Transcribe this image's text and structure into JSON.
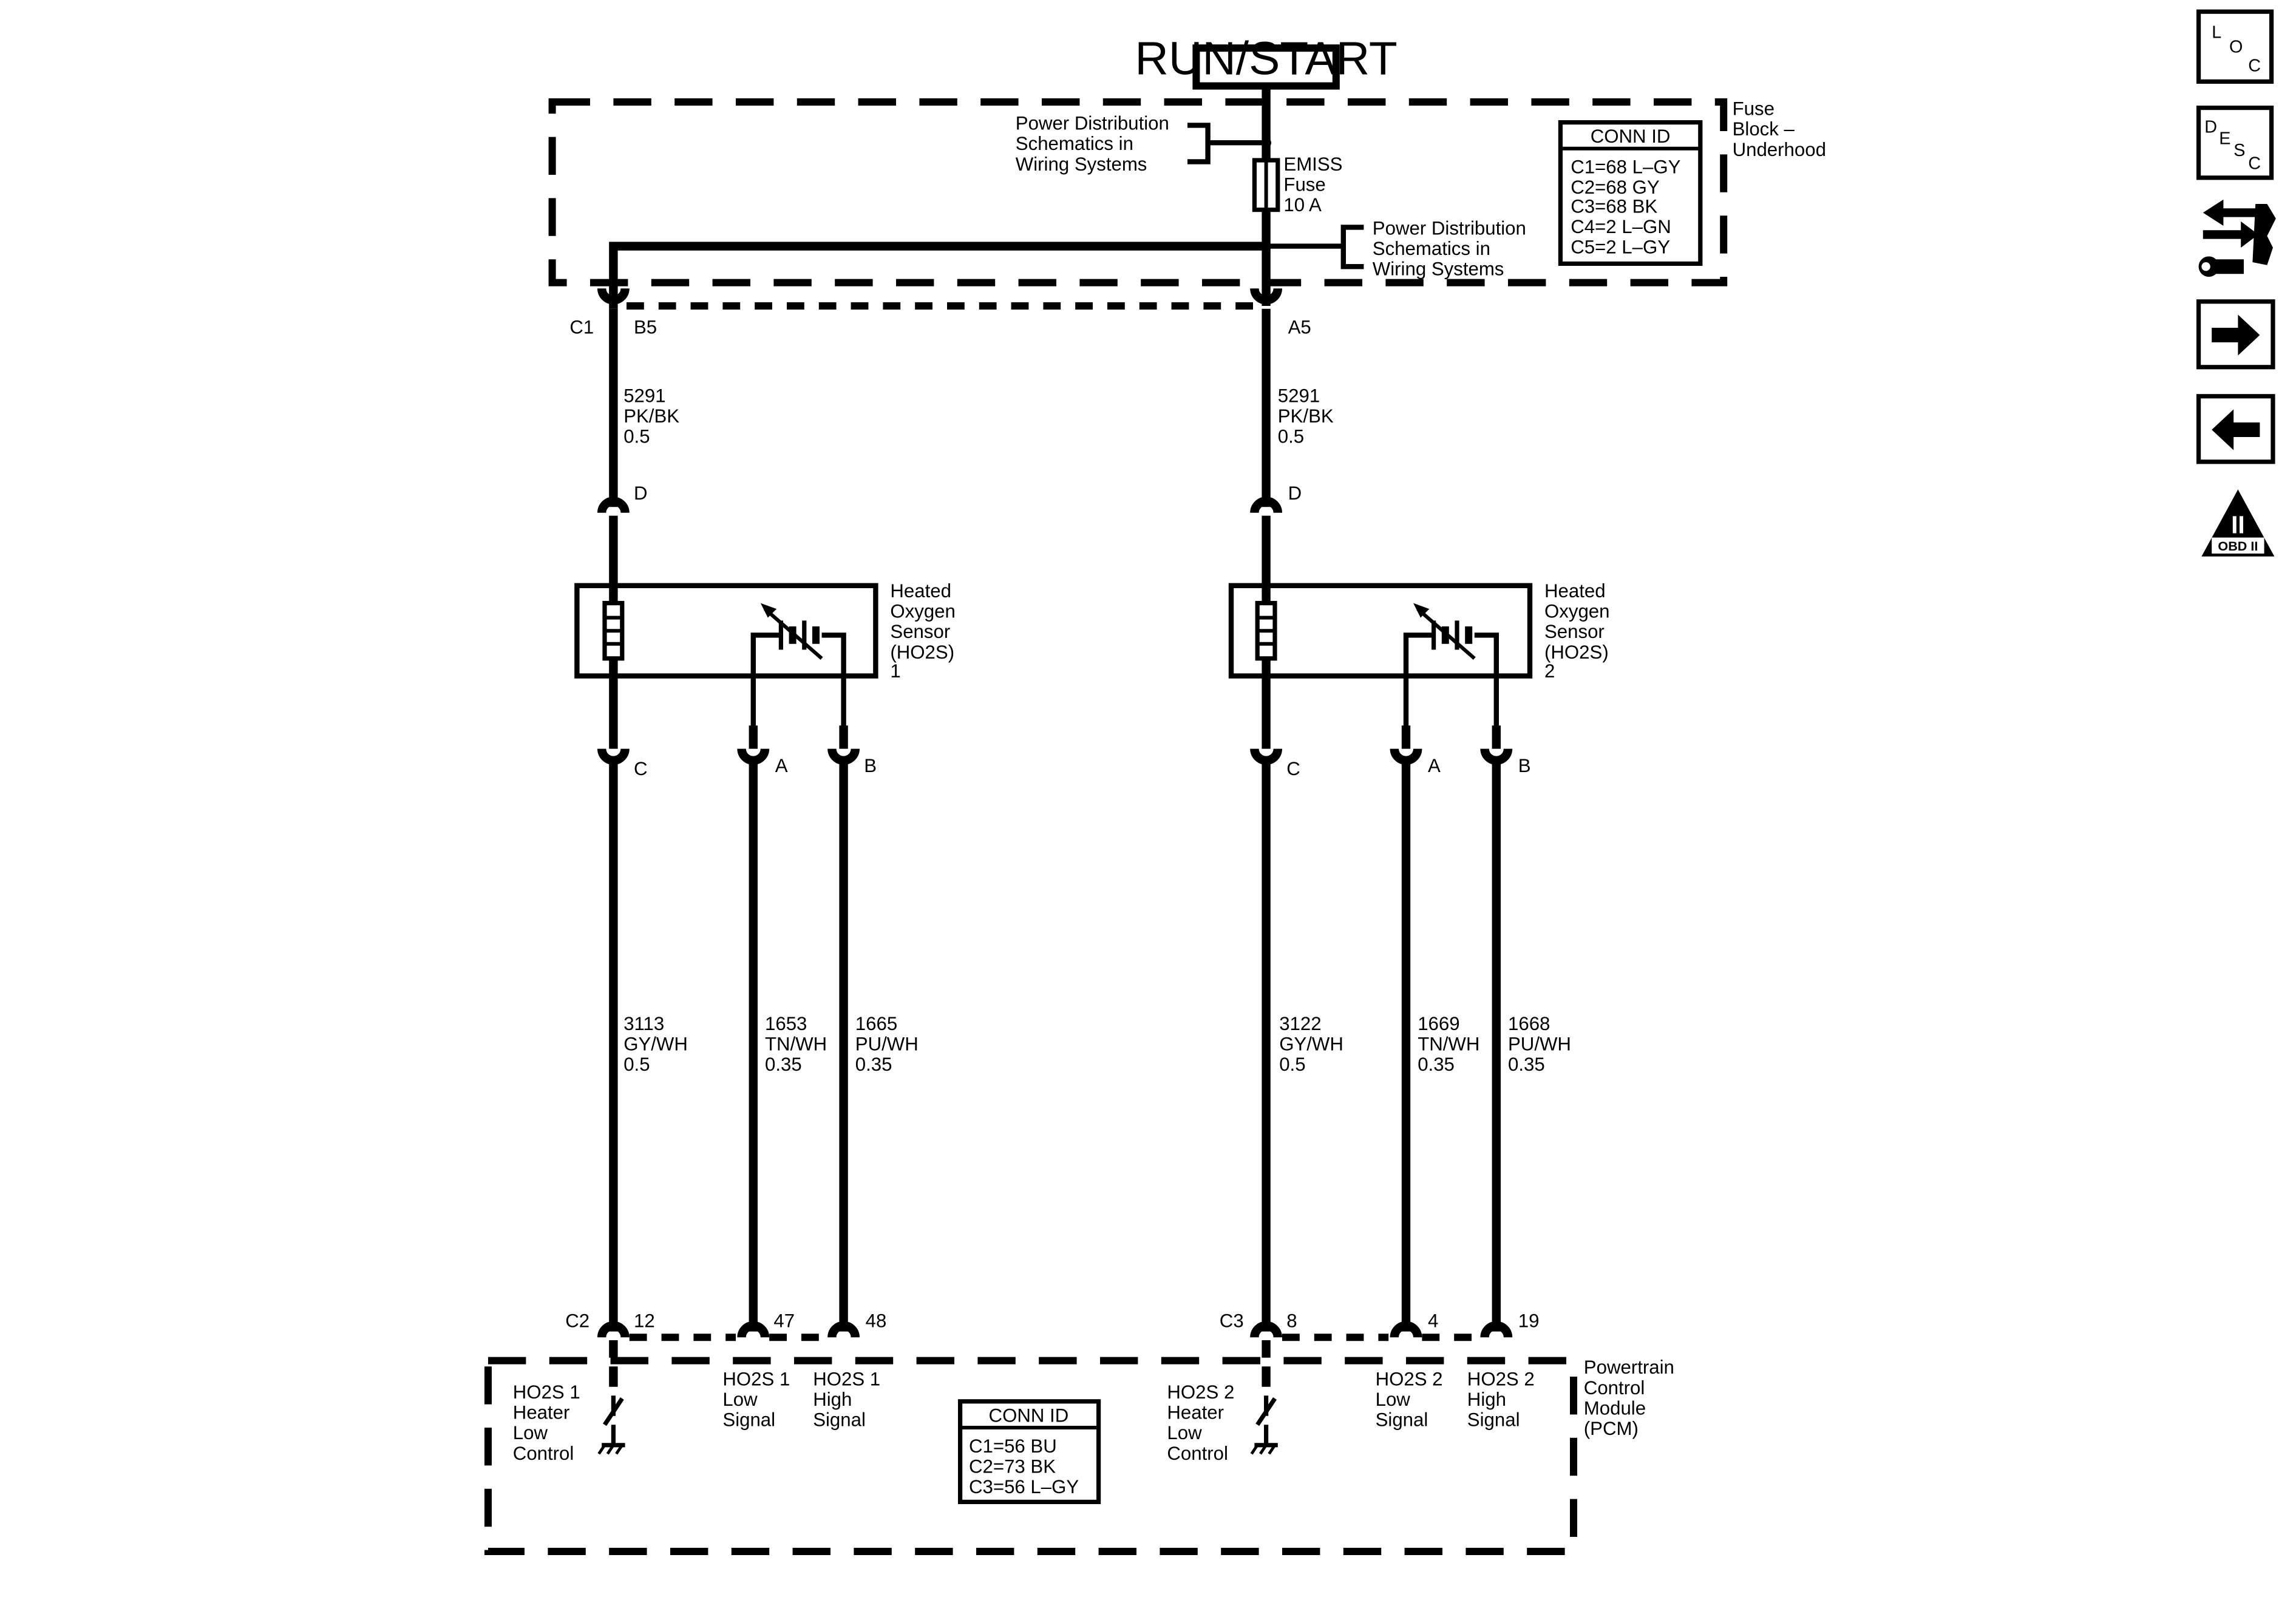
{
  "power": {
    "label": "RUN/START"
  },
  "fuse_block": {
    "name_lines": [
      "Fuse",
      "Block –",
      "Underhood"
    ],
    "conn_title": "CONN ID",
    "conn_rows": [
      "C1=68 L–GY",
      "C2=68 GY",
      "C3=68 BK",
      "C4=2 L–GN",
      "C5=2 L–GY"
    ],
    "ref_top_lines": [
      "Power Distribution",
      "Schematics in",
      "Wiring Systems"
    ],
    "ref_bottom_lines": [
      "Power Distribution",
      "Schematics in",
      "Wiring Systems"
    ],
    "fuse_lines": [
      "EMISS",
      "Fuse",
      "10 A"
    ],
    "connector_c1": "C1",
    "pin_b5": "B5",
    "pin_a5": "A5"
  },
  "supply_wires": {
    "left": [
      "5291",
      "PK/BK",
      "0.5"
    ],
    "right": [
      "5291",
      "PK/BK",
      "0.5"
    ]
  },
  "sensor1": {
    "name_lines": [
      "Heated",
      "Oxygen",
      "Sensor",
      "(HO2S)",
      "1"
    ],
    "pin_d": "D",
    "pin_c": "C",
    "pin_a": "A",
    "pin_b": "B",
    "wire_c": [
      "3113",
      "GY/WH",
      "0.5"
    ],
    "wire_a": [
      "1653",
      "TN/WH",
      "0.35"
    ],
    "wire_b": [
      "1665",
      "PU/WH",
      "0.35"
    ]
  },
  "sensor2": {
    "name_lines": [
      "Heated",
      "Oxygen",
      "Sensor",
      "(HO2S)",
      "2"
    ],
    "pin_d": "D",
    "pin_c": "C",
    "pin_a": "A",
    "pin_b": "B",
    "wire_c": [
      "3122",
      "GY/WH",
      "0.5"
    ],
    "wire_a": [
      "1669",
      "TN/WH",
      "0.35"
    ],
    "wire_b": [
      "1668",
      "PU/WH",
      "0.35"
    ]
  },
  "pcm": {
    "name_lines": [
      "Powertrain",
      "Control",
      "Module",
      "(PCM)"
    ],
    "conn_title": "CONN ID",
    "conn_rows": [
      "C1=56 BU",
      "C2=73 BK",
      "C3=56 L–GY"
    ],
    "c2_label": "C2",
    "c3_label": "C3",
    "pins": [
      "12",
      "47",
      "48",
      "8",
      "4",
      "19"
    ],
    "circuits": [
      [
        "HO2S 1",
        "Heater",
        "Low",
        "Control"
      ],
      [
        "HO2S 1",
        "Low",
        "Signal"
      ],
      [
        "HO2S 1",
        "High",
        "Signal"
      ],
      [
        "HO2S 2",
        "Heater",
        "Low",
        "Control"
      ],
      [
        "HO2S 2",
        "Low",
        "Signal"
      ],
      [
        "HO2S 2",
        "High",
        "Signal"
      ]
    ]
  },
  "sidebar": {
    "loc": [
      "L",
      "O",
      "C"
    ],
    "desc": [
      "D",
      "E",
      "S",
      "C"
    ],
    "obd_roman": "II",
    "obd_label": "OBD II"
  }
}
